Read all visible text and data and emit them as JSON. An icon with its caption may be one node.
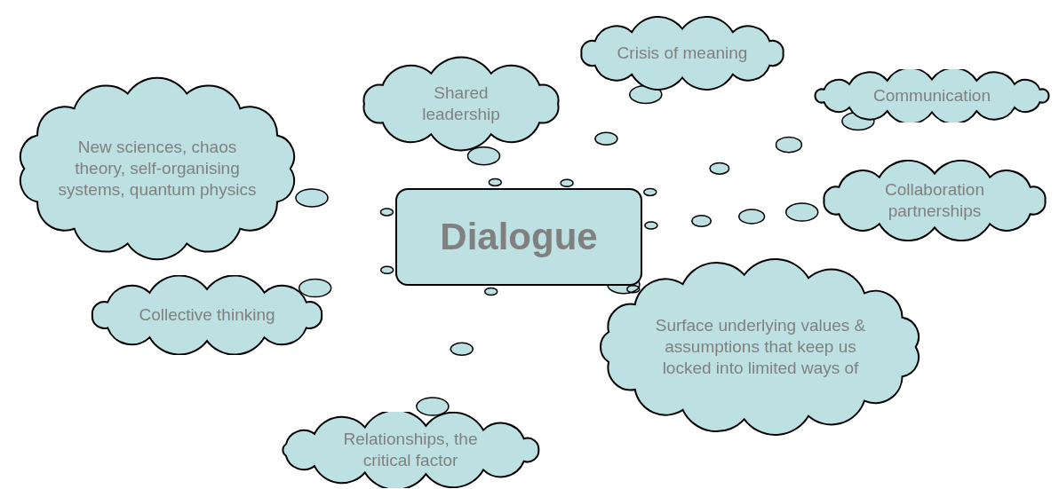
{
  "diagram": {
    "nodes": [
      {
        "text": [
          "Crisis of meaning"
        ]
      },
      {
        "text": [
          "Shared leadership"
        ]
      },
      {
        "text": [
          "Communication"
        ]
      },
      {
        "text": [
          "New sciences, chaos theory, self-organising systems, quantum physics"
        ]
      },
      {
        "text": [
          "Collaboration partnerships"
        ]
      },
      {
        "text": [
          "Dialogue"
        ]
      },
      {
        "text": [
          "Collective thinking"
        ]
      },
      {
        "text": [
          "Surface underlying values & assumptions that keep us locked into limited ways of"
        ]
      },
      {
        "text": [
          "Relationships, the critical factor"
        ]
      }
    ],
    "edges": [
      {
        "from": 5,
        "to": 0,
        "arrow": "none"
      },
      {
        "from": 5,
        "to": 1,
        "arrow": "none"
      },
      {
        "from": 5,
        "to": 2,
        "arrow": "none"
      },
      {
        "from": 5,
        "to": 3,
        "arrow": "none"
      },
      {
        "from": 5,
        "to": 4,
        "arrow": "none"
      },
      {
        "from": 5,
        "to": 6,
        "arrow": "none"
      },
      {
        "from": 5,
        "to": 7,
        "arrow": "none"
      },
      {
        "from": 5,
        "to": 8,
        "arrow": "none"
      }
    ]
  }
}
